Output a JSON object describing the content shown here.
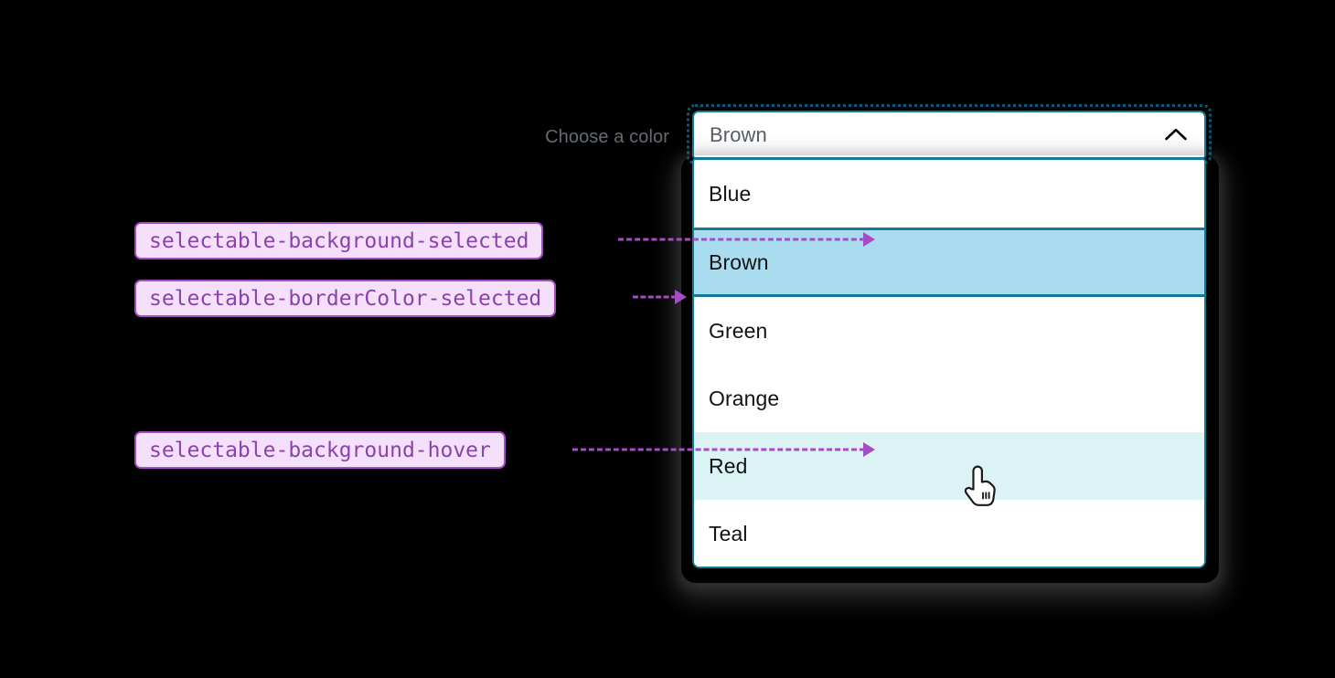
{
  "field": {
    "label": "Choose a color",
    "label_color": "#646b72"
  },
  "select": {
    "value": "Brown",
    "placeholder": "Choose a color",
    "expanded": true,
    "chevron_icon": "chevron-up-icon",
    "border_color": "#127c96",
    "focus_ring_color": "#0d5770",
    "value_color": "#575d63"
  },
  "dropdown": {
    "options": [
      {
        "label": "Blue",
        "state": "default"
      },
      {
        "label": "Brown",
        "state": "selected"
      },
      {
        "label": "Green",
        "state": "default"
      },
      {
        "label": "Orange",
        "state": "default"
      },
      {
        "label": "Red",
        "state": "hover"
      },
      {
        "label": "Teal",
        "state": "default"
      }
    ],
    "selected_background": "#aadcef",
    "selected_border_color": "#127c96",
    "hover_background": "#dbf3f4",
    "default_background": "#ffffff",
    "option_text_color": "#111417",
    "panel_border_color": "#127c96"
  },
  "annotations": [
    {
      "token": "selectable-background-selected",
      "target": "Brown option background"
    },
    {
      "token": "selectable-borderColor-selected",
      "target": "Brown option border"
    },
    {
      "token": "selectable-background-hover",
      "target": "Red option background"
    }
  ],
  "annotation_style": {
    "background": "#f4e0fa",
    "border_color": "#a64cc4",
    "text_color": "#8b42ad",
    "connector_color": "#a64cc4"
  },
  "cursor": {
    "type": "pointer-hand",
    "over_option": "Red"
  },
  "canvas": {
    "background": "#000000"
  }
}
